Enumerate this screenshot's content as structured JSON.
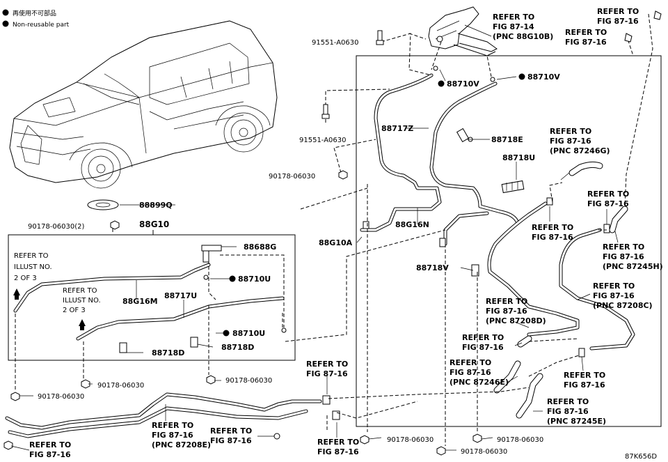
{
  "legend": {
    "items": [
      {
        "symbol": "●",
        "text": "再使用不可部品"
      },
      {
        "symbol": "●",
        "text": "Non-reusable part"
      }
    ]
  },
  "labels": {
    "l_refer_87_14": "REFER TO",
    "l_fig_87_14": "FIG 87-14",
    "l_pnc_88g10b": "(PNC 88G10B)",
    "l_91551_top": "91551-A0630",
    "l_88710v_a": "88710V",
    "l_88710v_b": "88710V",
    "l_91551_mid": "91551-A0630",
    "l_88717z": "88717Z",
    "l_88718e": "88718E",
    "l_88718u": "88718U",
    "l_90178_mid": "90178-06030",
    "l_88899q": "88899Q",
    "l_90178_2": "90178-06030(2)",
    "l_88g10": "88G10",
    "l_88g10a": "88G10A",
    "l_88g16n": "88G16N",
    "l_88718v": "88718V",
    "l_88688g": "88688G",
    "l_88710u_a": "88710U",
    "l_88710u_b": "88710U",
    "l_88g16m": "88G16M",
    "l_88717u": "88717U",
    "l_88718d_a": "88718D",
    "l_88718d_b": "88718D",
    "l_90178_box1": "90178-06030",
    "l_90178_box2": "90178-06030",
    "l_90178_left": "90178-06030",
    "l_90178_bot1": "90178-06030",
    "l_90178_bot2": "90178-06030",
    "l_90178_bot3": "90178-06030",
    "l_code": "87K656D",
    "l_refer_illust_a1": "REFER TO",
    "l_refer_illust_a2": "ILLUST NO.",
    "l_refer_illust_a3": "2 OF 3",
    "l_refer_illust_b1": "REFER TO",
    "l_refer_illust_b2": "ILLUST NO.",
    "l_refer_illust_b3": "2 OF 3",
    "r1a": "REFER TO",
    "r1b": "FIG 87-16",
    "r2a": "REFER TO",
    "r2b": "FIG 87-16",
    "r3a": "REFER TO",
    "r3b": "FIG 87-16",
    "r3c": "(PNC 87246G)",
    "r4a": "REFER TO",
    "r4b": "FIG 87-16",
    "r5a": "REFER TO",
    "r5b": "FIG 87-16",
    "r6a": "REFER TO",
    "r6b": "FIG 87-16",
    "r6c": "(PNC 87245H)",
    "r7a": "REFER TO",
    "r7b": "FIG 87-16",
    "r7c": "(PNC 87208C)",
    "r8a": "REFER TO",
    "r8b": "FIG 87-16",
    "r8c": "(PNC 87208D)",
    "r9a": "REFER TO",
    "r9b": "FIG 87-16",
    "r10a": "REFER TO",
    "r10b": "FIG 87-16",
    "r10c": "(PNC 87246E)",
    "r11a": "REFER TO",
    "r11b": "FIG 87-16",
    "r12a": "REFER TO",
    "r12b": "FIG 87-16",
    "r12c": "(PNC 87245E)",
    "r13a": "REFER TO",
    "r13b": "FIG 87-16",
    "r14a": "REFER TO",
    "r14b": "FIG 87-16",
    "r14c": "(PNC 87208E)",
    "r15a": "REFER TO",
    "r15b": "FIG 87-16",
    "r16a": "REFER TO",
    "r16b": "FIG 87-16",
    "r17a": "REFER TO",
    "r17b": "FIG 87-16"
  }
}
